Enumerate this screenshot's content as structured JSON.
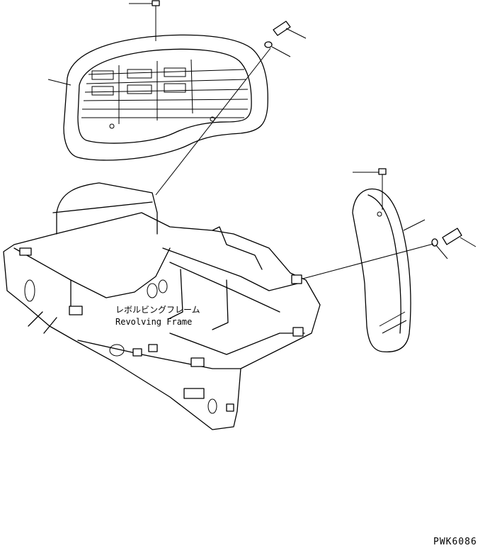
{
  "label_jp": "レボルビングフレーム",
  "label_en": "Revolving Frame",
  "drawing_code": "PWK6086"
}
